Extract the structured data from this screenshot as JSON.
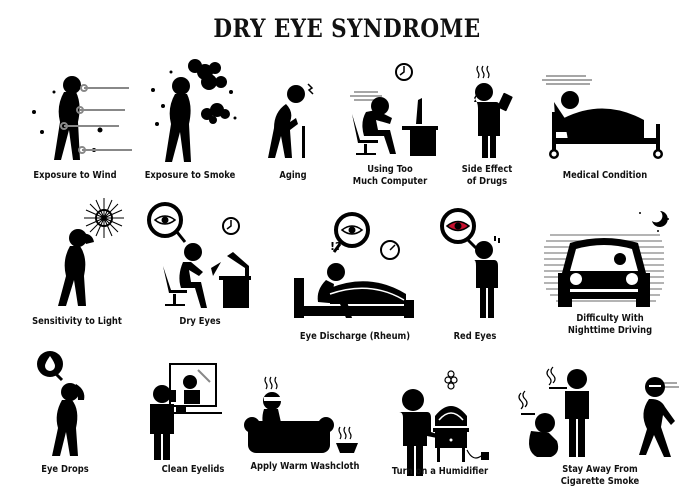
{
  "title": "DRY EYE SYNDROME",
  "colors": {
    "ink": "#000000",
    "background": "#ffffff",
    "grey_lines": "#8a8a8a",
    "red_eye": "#c8102e"
  },
  "rows": [
    {
      "items": [
        {
          "id": "wind",
          "label": "Exposure to Wind",
          "icon": "wind-icon"
        },
        {
          "id": "smoke",
          "label": "Exposure to Smoke",
          "icon": "smoke-icon"
        },
        {
          "id": "aging",
          "label": "Aging",
          "icon": "elderly-cane-icon"
        },
        {
          "id": "computer",
          "label_line1": "Using Too",
          "label_line2": "Much Computer",
          "icon": "computer-desk-icon"
        },
        {
          "id": "drugs",
          "label_line1": "Side Effect",
          "label_line2": "of Drugs",
          "icon": "pills-icon"
        },
        {
          "id": "medical",
          "label": "Medical Condition",
          "icon": "hospital-bed-icon"
        }
      ]
    },
    {
      "items": [
        {
          "id": "light",
          "label": "Sensitivity to Light",
          "icon": "sun-icon"
        },
        {
          "id": "dryeyes",
          "label": "Dry Eyes",
          "icon": "reading-desk-icon"
        },
        {
          "id": "discharge",
          "label": "Eye Discharge (Rheum)",
          "icon": "bed-eye-icon",
          "exclaim": "!?"
        },
        {
          "id": "redeyes",
          "label": "Red Eyes",
          "icon": "red-eye-icon"
        },
        {
          "id": "driving",
          "label_line1": "Difficulty With",
          "label_line2": "Nighttime Driving",
          "icon": "car-night-icon"
        }
      ]
    },
    {
      "items": [
        {
          "id": "drops",
          "label": "Eye Drops",
          "icon": "eye-drop-icon"
        },
        {
          "id": "eyelids",
          "label": "Clean Eyelids",
          "icon": "mirror-icon"
        },
        {
          "id": "washcloth",
          "label": "Apply Warm Washcloth",
          "icon": "sofa-washcloth-icon"
        },
        {
          "id": "humidifier",
          "label": "Turn on a Humidifier",
          "icon": "humidifier-icon"
        },
        {
          "id": "cigarette",
          "label_line1": "Stay Away From",
          "label_line2": "Cigarette Smoke",
          "icon": "smokers-icon"
        }
      ]
    }
  ]
}
